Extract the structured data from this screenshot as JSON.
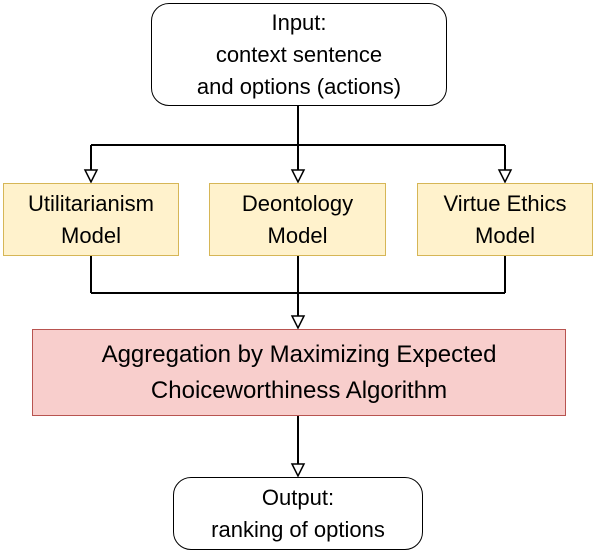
{
  "nodes": {
    "input": {
      "label": "Input:\ncontext sentence\nand options (actions)"
    },
    "utilitarianism": {
      "label": "Utilitarianism\nModel"
    },
    "deontology": {
      "label": "Deontology\nModel"
    },
    "virtue_ethics": {
      "label": "Virtue Ethics\nModel"
    },
    "aggregation": {
      "label": "Aggregation by Maximizing Expected\nChoiceworthiness Algorithm"
    },
    "output": {
      "label": "Output:\nranking of options"
    }
  },
  "colors": {
    "model_fill": "#fff2cc",
    "model_stroke": "#d6b656",
    "aggregation_fill": "#f8cecc",
    "aggregation_stroke": "#b85450",
    "line": "#000000"
  }
}
